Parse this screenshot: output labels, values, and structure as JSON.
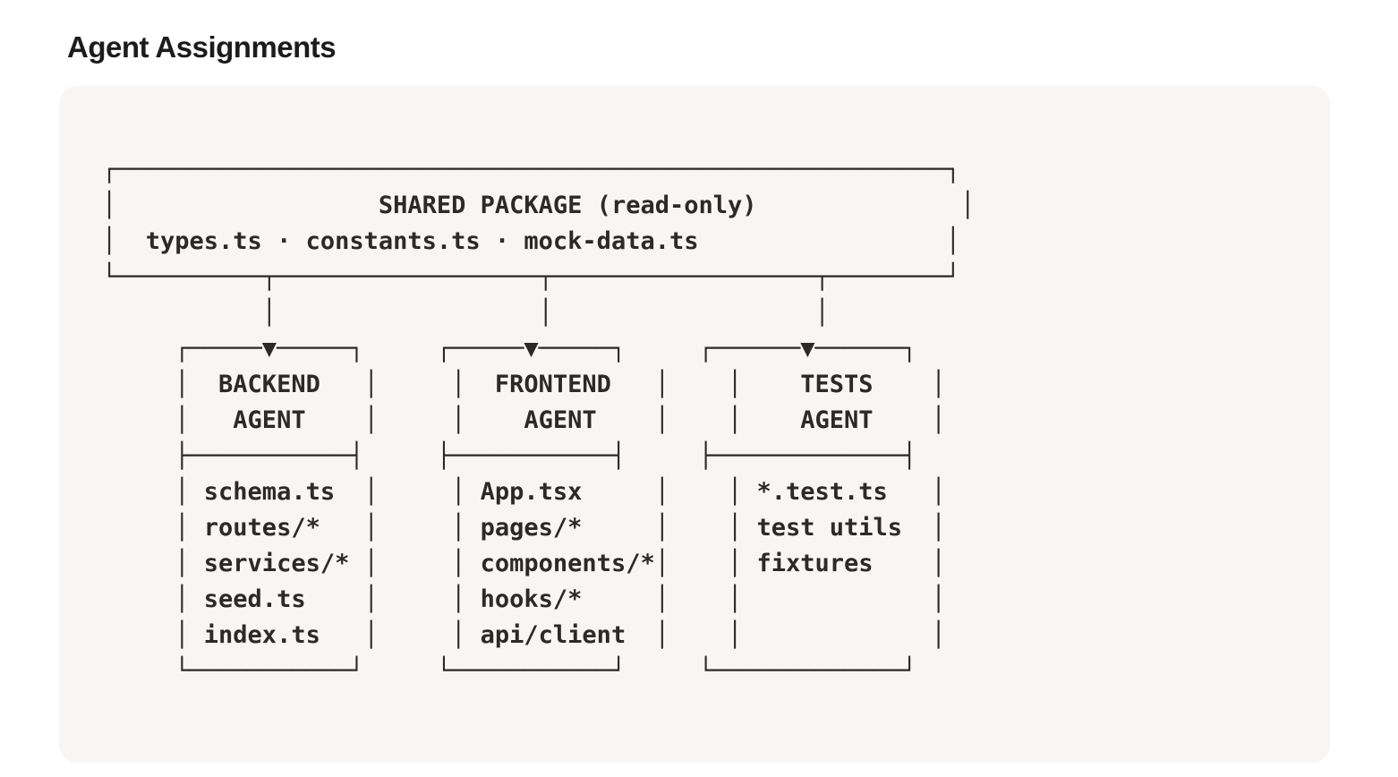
{
  "page": {
    "title": "Agent Assignments"
  },
  "colors": {
    "page_bg": "#ffffff",
    "card_bg": "#f7f6f4",
    "heading_text": "#1c1c1c",
    "diagram_text": "#2b2a28"
  },
  "diagram": {
    "shared_package": {
      "title": "SHARED PACKAGE (read-only)",
      "files": [
        "types.ts",
        "constants.ts",
        "mock-data.ts"
      ]
    },
    "agents": [
      {
        "name": "BACKEND AGENT",
        "files": [
          "schema.ts",
          "routes/*",
          "services/*",
          "seed.ts",
          "index.ts"
        ]
      },
      {
        "name": "FRONTEND AGENT",
        "files": [
          "App.tsx",
          "pages/*",
          "components/*",
          "hooks/*",
          "api/client"
        ]
      },
      {
        "name": "TESTS AGENT",
        "files": [
          "*.test.ts",
          "test utils",
          "fixtures"
        ]
      }
    ],
    "ascii_lines": [
      "┌─────────────────────────────────────────────────────────┐",
      "│                  SHARED PACKAGE (read-only)              │",
      "│  types.ts · constants.ts · mock-data.ts                 │",
      "└──────────┬──────────────────┬──────────────────┬────────┘",
      "           │                  │                  │",
      "     ┌─────▼─────┐     ┌─────▼─────┐     ┌──────▼──────┐",
      "     │  BACKEND   │     │  FRONTEND   │    │    TESTS    │",
      "     │   AGENT    │     │    AGENT    │    │    AGENT    │",
      "     ├───────────┤     ├───────────┤     ├─────────────┤",
      "     │ schema.ts  │     │ App.tsx     │    │ *.test.ts   │",
      "     │ routes/*   │     │ pages/*     │    │ test utils  │",
      "     │ services/* │     │ components/*│    │ fixtures    │",
      "     │ seed.ts    │     │ hooks/*     │    │             │",
      "     │ index.ts   │     │ api/client  │    │             │",
      "     └───────────┘     └───────────┘     └─────────────┘"
    ]
  }
}
